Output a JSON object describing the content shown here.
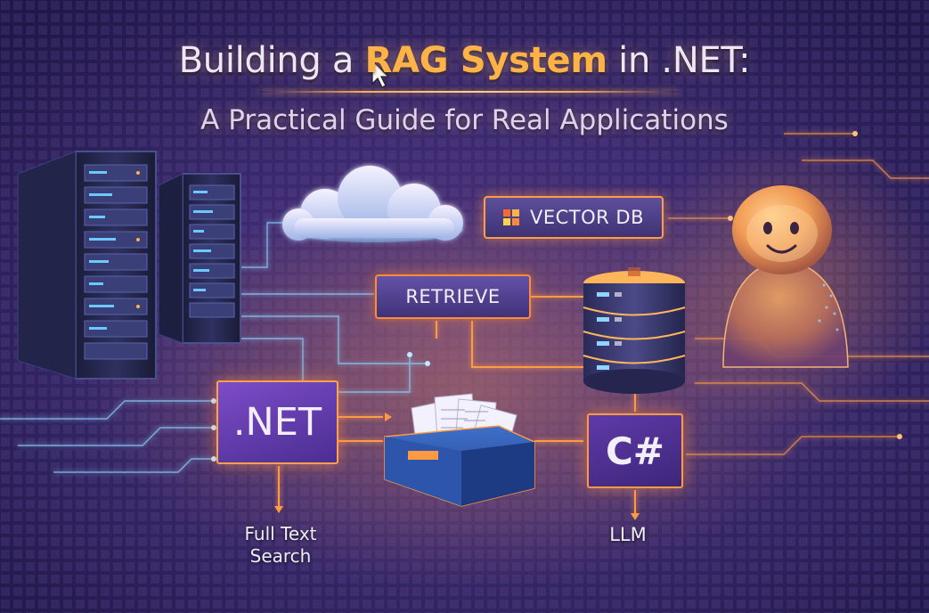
{
  "title": {
    "prefix": "Building a ",
    "highlight": "RAG System",
    "suffix": " in .NET:",
    "subtitle": "A Practical Guide for Real Applications"
  },
  "nodes": {
    "vector_db": "VECTOR DB",
    "retrieve": "RETRIEVE",
    "dotnet": ".NET",
    "csharp": "C#"
  },
  "labels": {
    "full_text_search_line1": "Full Text",
    "full_text_search_line2": "Search",
    "llm": "LLM"
  },
  "colors": {
    "accent": "#ffb347",
    "connector": "#ff9a44",
    "connector_cool": "#8fd6ff",
    "background": "#2a2050"
  },
  "icons": [
    "server-rack-icon",
    "cloud-icon",
    "windows-logo-icon",
    "database-stack-icon",
    "robot-assistant-icon",
    "file-drawer-icon",
    "mouse-cursor-icon"
  ]
}
